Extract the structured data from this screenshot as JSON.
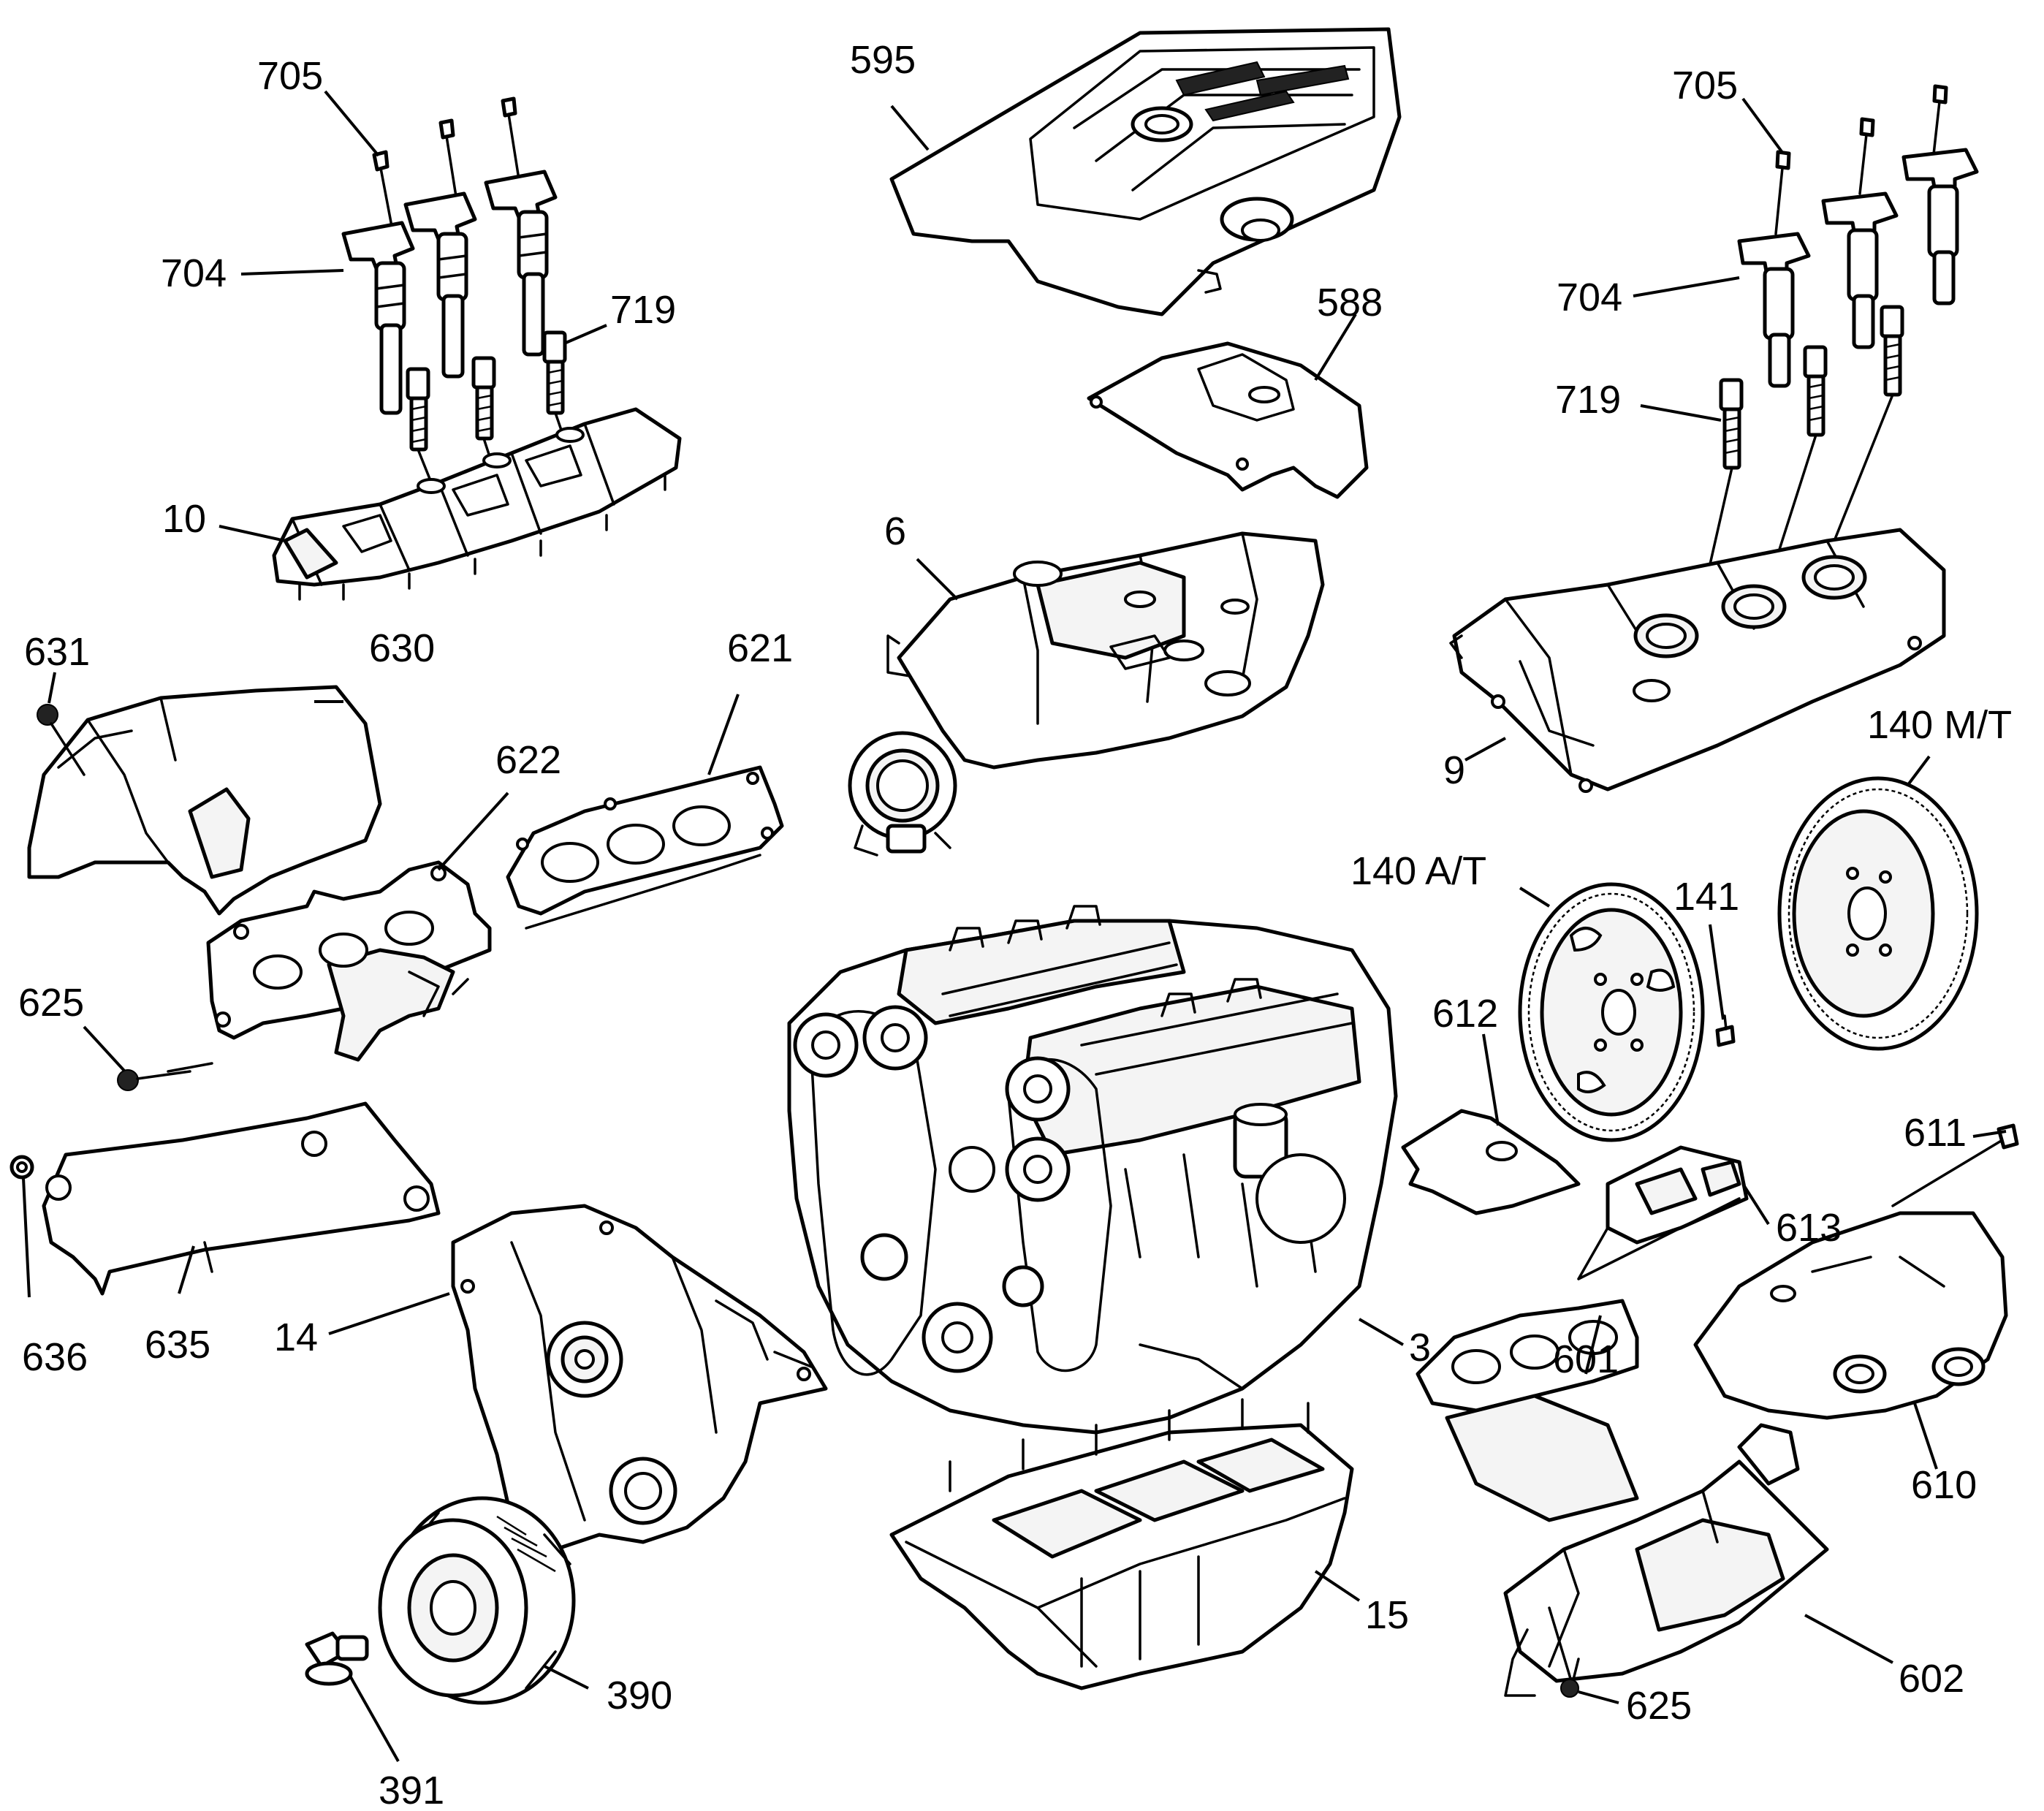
{
  "callouts": {
    "c705_left": "705",
    "c704_left": "704",
    "c719_left": "719",
    "c10": "10",
    "c595": "595",
    "c588": "588",
    "c705_right": "705",
    "c704_right": "704",
    "c719_right": "719",
    "c9": "9",
    "c6": "6",
    "c631": "631",
    "c630": "630",
    "c621": "621",
    "c622": "622",
    "c625_left": "625",
    "c140_mt": "140 M/T",
    "c140_at": "140 A/T",
    "c141": "141",
    "c612": "612",
    "c611": "611",
    "c613": "613",
    "c601": "601",
    "c610": "610",
    "c602": "602",
    "c625_right": "625",
    "c636": "636",
    "c635": "635",
    "c14": "14",
    "c3": "3",
    "c15": "15",
    "c390": "390",
    "c391": "391"
  }
}
